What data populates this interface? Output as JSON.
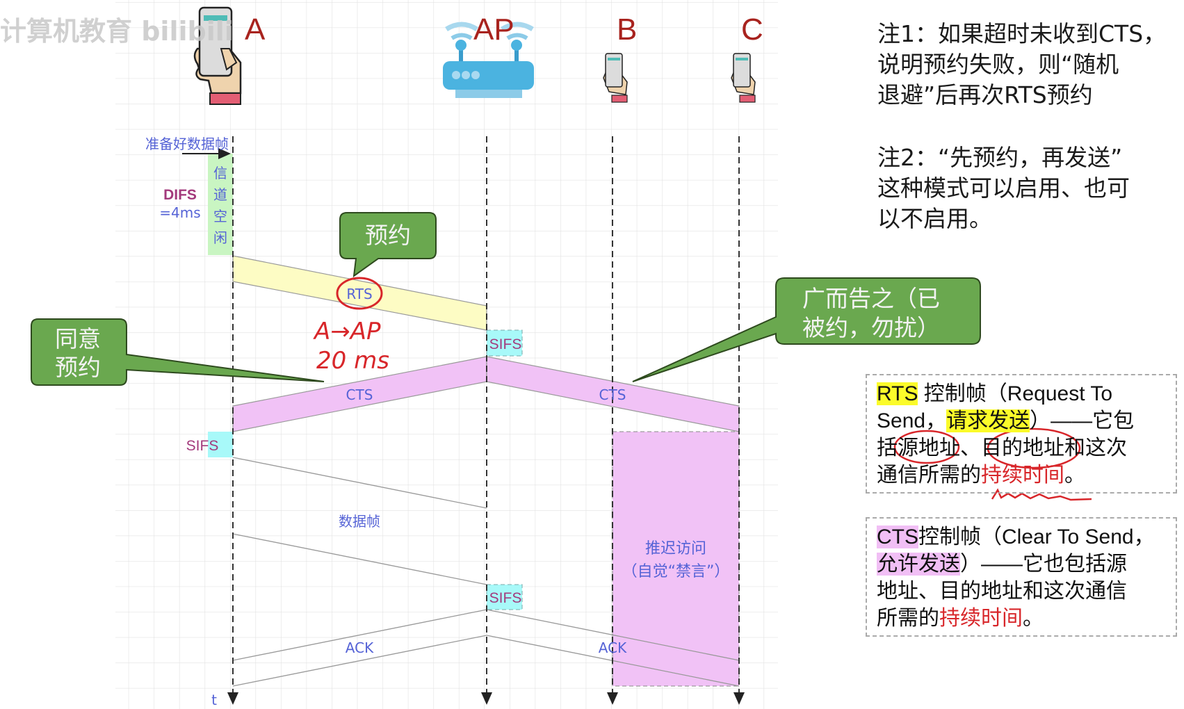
{
  "watermark": "计算机教育 bilibili",
  "stations": {
    "a": "A",
    "ap": "AP",
    "b": "B",
    "c": "C"
  },
  "timeline": {
    "ready_label": "准备好数据帧",
    "difs_label": "DIFS",
    "difs_value": "=4ms",
    "idle_chars": [
      "信",
      "道",
      "空",
      "闲"
    ],
    "rts": "RTS",
    "sifs": "SIFS",
    "cts": "CTS",
    "data_frame": "数据帧",
    "ack": "ACK",
    "nav_line1": "推迟访问",
    "nav_line2": "（自觉“禁言”）",
    "time_axis": "t"
  },
  "handwriting": {
    "line1": "A→AP",
    "line2": "20 ms"
  },
  "callouts": {
    "reserve": "预约",
    "agree_line1": "同意",
    "agree_line2": "预约",
    "broadcast_line1": "广而告之（已",
    "broadcast_line2": "被约，勿扰）"
  },
  "notes": {
    "note1": [
      "注1：如果超时未收到CTS，",
      "说明预约失败，则“随机",
      "退避”后再次RTS预约"
    ],
    "note2": [
      "注2：“先预约，再发送”",
      "这种模式可以启用、也可",
      "以不启用。"
    ]
  },
  "rts_box": {
    "term": "RTS",
    "l1_rest": " 控制帧（Request To",
    "l2_a": "Send，",
    "l2_hl": "请求发送",
    "l2_b": "）——它包",
    "l3": "括源地址、目的地址和这次",
    "l4_a": "通信所需的",
    "l4_red": "持续时间",
    "l4_b": "。"
  },
  "cts_box": {
    "term": "CTS",
    "l1_rest": "控制帧（Clear To Send，",
    "l2_hl": "允许发送",
    "l2_b": "）——它也包括源",
    "l3": "地址、目的地址和这次通信",
    "l4_a": "所需的",
    "l4_red": "持续时间",
    "l4_b": "。"
  },
  "colors": {
    "station_label": "#a8231e",
    "frame_text": "#5563d6",
    "sifs_text": "#a33a7c",
    "rts_fill": "#fdfcc4",
    "cts_fill": "#f1c2f6",
    "sifs_fill": "#a8f9f9",
    "idle_fill": "#c9f5c2",
    "callout_fill": "#6aa84f",
    "annotation_red": "#d8262a"
  }
}
